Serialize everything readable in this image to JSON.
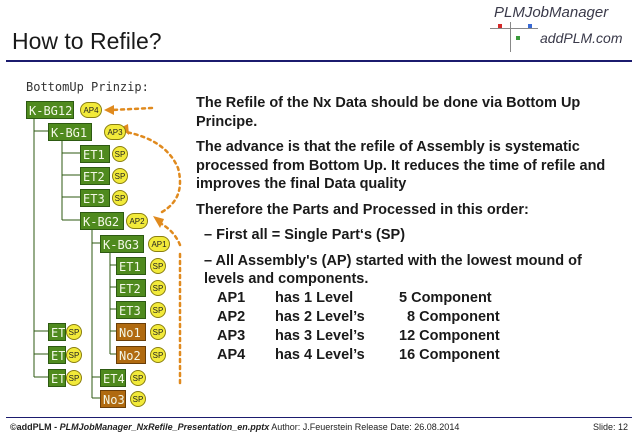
{
  "header": {
    "title": "How to Refile?",
    "brand_name": "PLMJobManager",
    "brand_url": "addPLM.com"
  },
  "tree": {
    "caption": "BottomUp Prinzip:",
    "nodes": [
      {
        "label": "K-BG12",
        "badge": "AP4"
      },
      {
        "label": "K-BG1",
        "badge": "AP3"
      },
      {
        "label": "ET1",
        "badge": "SP"
      },
      {
        "label": "ET2",
        "badge": "SP"
      },
      {
        "label": "ET3",
        "badge": "SP"
      },
      {
        "label": "K-BG2",
        "badge": "AP2"
      },
      {
        "label": "K-BG3",
        "badge": "AP1"
      },
      {
        "label": "ET1",
        "badge": "SP"
      },
      {
        "label": "ET2",
        "badge": "SP"
      },
      {
        "label": "ET3",
        "badge": "SP"
      },
      {
        "label": "No1",
        "badge": "SP"
      },
      {
        "label": "No2",
        "badge": "SP"
      },
      {
        "label": "ET4",
        "badge": "SP"
      },
      {
        "label": "No3",
        "badge": "SP"
      },
      {
        "label": "ET1",
        "badge": "SP"
      },
      {
        "label": "ET2",
        "badge": "SP"
      },
      {
        "label": "ET3",
        "badge": "SP"
      }
    ]
  },
  "content": {
    "p1": "The Refile of the Nx Data should be done via Bottom Up Principe.",
    "p2": "The advance is that the refile of Assembly is systematic processed from Bottom Up. It reduces the time of refile and improves the final Data quality",
    "p3": "Therefore the Parts and Processed in this order:",
    "b1": "– First all = Single Part‘s (SP)",
    "b2": "– All Assembly's (AP) started with the lowest mound of levels and components.",
    "levels": [
      {
        "ap": "AP1",
        "level": "has 1 Level",
        "comp": "5 Component"
      },
      {
        "ap": "AP2",
        "level": "has 2 Level’s",
        "comp": "  8 Component"
      },
      {
        "ap": "AP3",
        "level": "has 3 Level’s",
        "comp": "12 Component"
      },
      {
        "ap": "AP4",
        "level": "has 4 Level’s",
        "comp": "16 Component"
      }
    ]
  },
  "footer": {
    "left_bold": "©addPLM - ",
    "filename": "PLMJobManager_NxRefile_Presentation_en.pptx",
    "meta": " Author: J.Feuerstein Release Date: 26.08.2014",
    "slide": "Slide: 12"
  },
  "colors": {
    "node_green": "#4f8a1e",
    "node_orange": "#b06a10",
    "badge_yellow": "#f2ea3a",
    "arrow_orange": "#e08a1e",
    "rule_navy": "#1b1b6e"
  }
}
